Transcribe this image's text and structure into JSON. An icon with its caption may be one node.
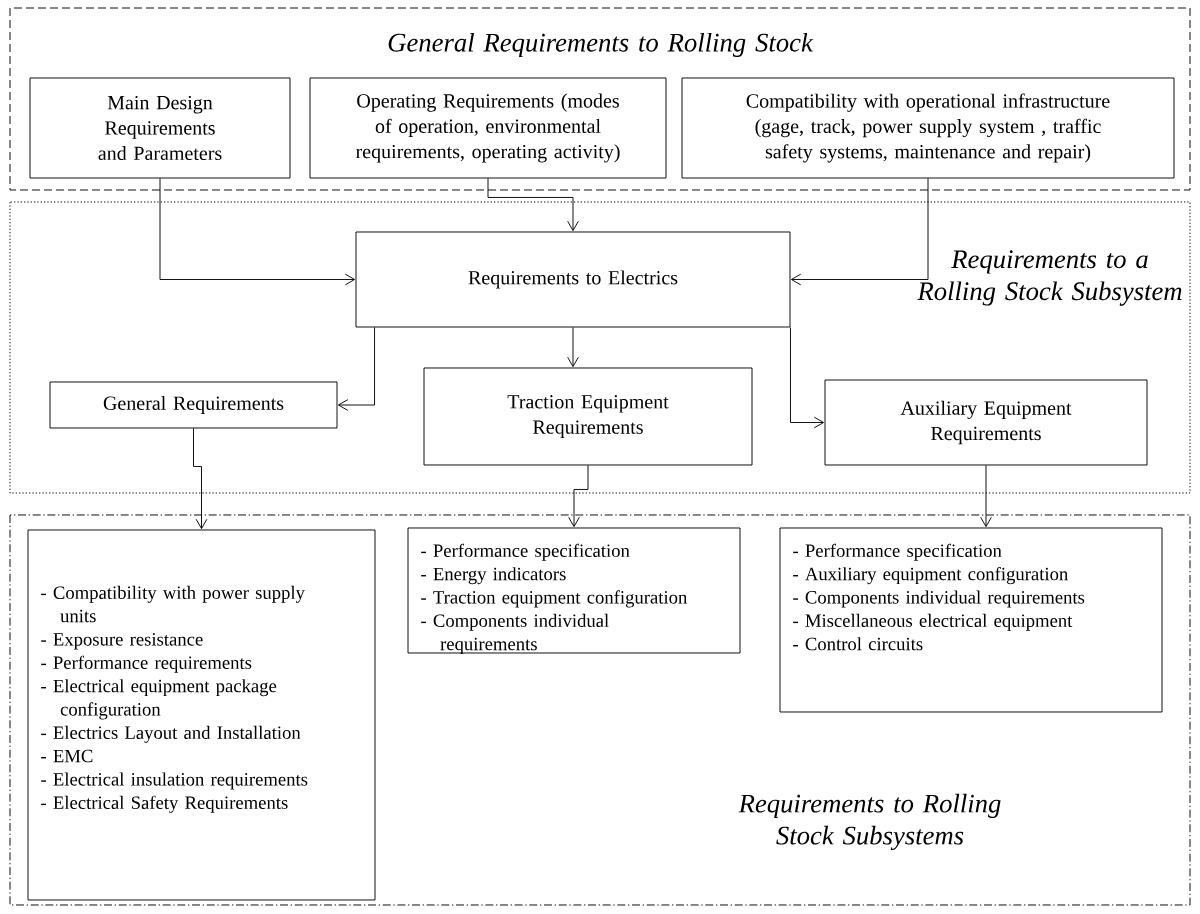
{
  "diagram": {
    "nodes": [
      {
        "text": [
          "General Requirements to Rolling Stock"
        ]
      },
      {
        "text": [
          "Main Design Requirements and Parameters"
        ],
        "in": 0
      },
      {
        "text": [
          "Operating Requirements (modes of operation, environmental requirements, operating activity)"
        ],
        "in": 0
      },
      {
        "text": [
          "Compatibility with operational infrastructure (gage, track, power supply system , traffic safety systems, maintenance and repair)"
        ],
        "in": 0
      },
      {
        "text": [
          "Requirements to a Rolling Stock Subsystem"
        ]
      },
      {
        "text": [
          "Requirements to Electrics"
        ],
        "in": 4
      },
      {
        "text": [
          "General Requirements"
        ],
        "in": 4
      },
      {
        "text": [
          "Traction Equipment Requirements"
        ],
        "in": 4
      },
      {
        "text": [
          "Auxiliary Equipment Requirements"
        ],
        "in": 4
      },
      {
        "text": [
          "Requirements to Rolling Stock Subsystems"
        ]
      },
      {
        "text": [
          "- Compatibility with power supply units",
          "- Exposure resistance",
          "- Performance requirements",
          "- Electrical equipment package configuration",
          "- Electrics Layout and Installation",
          "- EMC",
          "- Electrical insulation requirements",
          "- Electrical Safety Requirements"
        ],
        "in": 9
      },
      {
        "text": [
          "- Performance specification",
          "- Energy indicators",
          "- Traction equipment configuration",
          "- Components individual requirements"
        ],
        "in": 9
      },
      {
        "text": [
          "- Performance specification",
          "- Auxiliary equipment configuration",
          "- Components individual requirements",
          "- Miscellaneous electrical equipment",
          "- Control circuits"
        ],
        "in": 9
      }
    ],
    "edges": [
      {
        "from": 1,
        "to": 5,
        "arrow": "to"
      },
      {
        "from": 2,
        "to": 5,
        "arrow": "to"
      },
      {
        "from": 3,
        "to": 5,
        "arrow": "to"
      },
      {
        "from": 5,
        "to": 6,
        "arrow": "to"
      },
      {
        "from": 5,
        "to": 7,
        "arrow": "to"
      },
      {
        "from": 5,
        "to": 8,
        "arrow": "to"
      },
      {
        "from": 6,
        "to": 10,
        "arrow": "to"
      },
      {
        "from": 7,
        "to": 11,
        "arrow": "to"
      },
      {
        "from": 8,
        "to": 12,
        "arrow": "to"
      }
    ]
  }
}
